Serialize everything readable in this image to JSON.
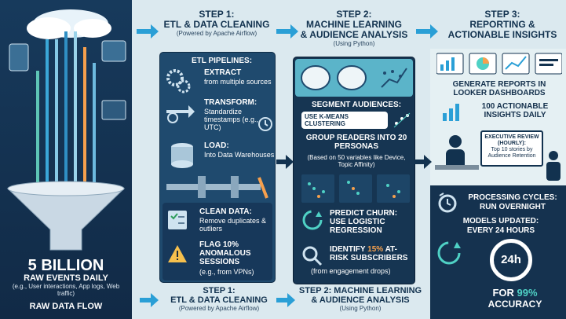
{
  "left": {
    "headline": "5 BILLION",
    "subline": "RAW EVENTS DAILY",
    "examples": "(e.g., User interactions, App logs, Web traffic)",
    "flow_label": "RAW DATA FLOW"
  },
  "step1": {
    "title_line1": "STEP 1:",
    "title_line2": "ETL & DATA CLEANING",
    "subtitle": "(Powered by Apache Airflow)",
    "pipelines_head": "ETL PIPELINES:",
    "extract_head": "EXTRACT",
    "extract_text": "from multiple sources",
    "transform_head": "TRANSFORM:",
    "transform_text": "Standardize timestamps (e.g., UTC)",
    "load_head": "LOAD:",
    "load_text": "Into Data Warehouses",
    "clean_head": "CLEAN DATA:",
    "clean_text": "Remove duplicates & outliers",
    "flag_head": "FLAG 10% ANOMALOUS SESSIONS",
    "flag_text": "(e.g., from VPNs)"
  },
  "step2": {
    "title_line1": "STEP 2:",
    "title_line2": "MACHINE LEARNING",
    "title_line3": "& AUDIENCE ANALYSIS",
    "subtitle": "(Using Python)",
    "segment_head": "SEGMENT AUDIENCES:",
    "kmeans": "USE K-MEANS CLUSTERING",
    "group_head": "GROUP READERS INTO 20 PERSONAS",
    "group_text": "(Based on 50 variables like Device, Topic Affinity)",
    "churn_head": "PREDICT CHURN:",
    "churn_text": "USE LOGISTIC REGRESSION",
    "identify_a": "IDENTIFY ",
    "identify_pct": "15%",
    "identify_b": " AT-RISK SUBSCRIBERS",
    "identify_text": "(from engagement drops)"
  },
  "step3": {
    "title_line1": "STEP 3:",
    "title_line2": "REPORTING &",
    "title_line3": "ACTIONABLE INSIGHTS",
    "reports": "GENERATE REPORTS IN LOOKER DASHBOARDS",
    "insights": "100 ACTIONABLE INSIGHTS DAILY",
    "review_head": "EXECUTIVE REVIEW (HOURLY):",
    "review_text": "Top 10 stories by Audience Retention",
    "cycles_head": "PROCESSING CYCLES:",
    "cycles_text": "RUN OVERNIGHT",
    "models_head": "MODELS UPDATED:",
    "models_text": "EVERY 24 HOURS",
    "clock_label": "24h",
    "accuracy_a": "FOR ",
    "accuracy_pct": "99%",
    "accuracy_b": "ACCURACY"
  },
  "footer": {
    "step1_line1": "STEP 1:",
    "step1_line2": "ETL & DATA CLEANING",
    "step1_sub": "(Powered by Apache Airflow)",
    "step2_line1": "STEP 2: MACHINE LEARNING",
    "step2_line2": "& AUDIENCE ANALYSIS",
    "step2_sub": "(Using Python)"
  },
  "colors": {
    "arrow": "#2a9fd6",
    "arrow_dark": "#12324f",
    "accent_teal": "#4fd1c5",
    "accent_orange": "#f6a04d"
  }
}
